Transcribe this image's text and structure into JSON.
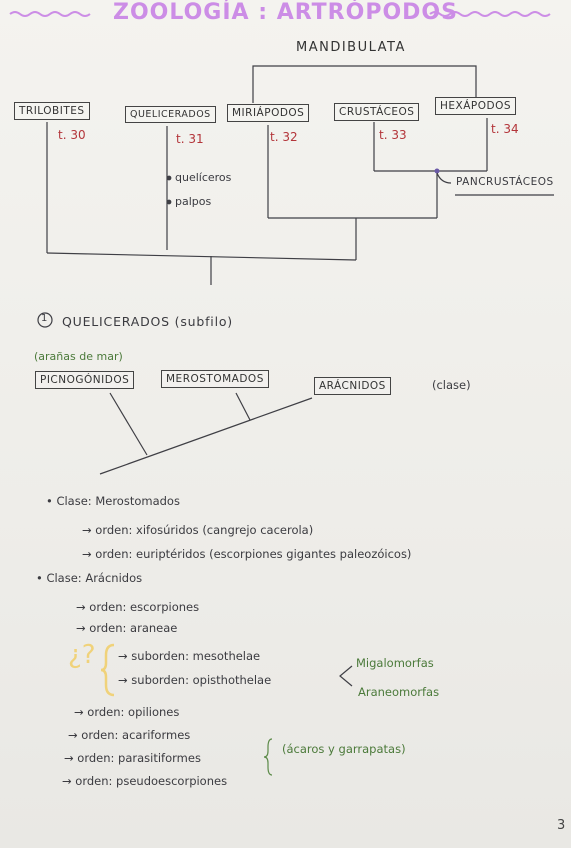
{
  "title": "ZOOLOGÍA : ARTRÓPODOS",
  "tree1": {
    "group_label": "MANDIBULATA",
    "nodes": [
      {
        "name": "TRILOBITES",
        "tag": "t. 30"
      },
      {
        "name": "QUELICERADOS",
        "tag": "t. 31"
      },
      {
        "name": "MIRIÁPODOS",
        "tag": "t. 32"
      },
      {
        "name": "CRUSTÁCEOS",
        "tag": "t. 33"
      },
      {
        "name": "HEXÁPODOS",
        "tag": "t. 34"
      }
    ],
    "traits": [
      "quelíceros",
      "palpos"
    ],
    "pancrustaceos": "PANCRUSTÁCEOS"
  },
  "section1": {
    "number": "1",
    "title": "QUELICERADOS (subfilo)",
    "note": "(arañas de mar)",
    "nodes": [
      "PICNOGÓNIDOS",
      "MEROSTOMADOS",
      "ARÁCNIDOS"
    ],
    "clase_tag": "(clase)"
  },
  "notes": {
    "clase1": "Clase: Merostomados",
    "clase1_orders": [
      "→ orden: xifosúridos (cangrejo cacerola)",
      "→ orden: euriptéridos (escorpiones gigantes paleozóicos)"
    ],
    "clase2": "Clase: Arácnidos",
    "clase2_orders": [
      "→ orden: escorpiones",
      "→ orden: araneae"
    ],
    "question": "¿?",
    "suborders": [
      "→ suborden: mesothelae",
      "→ suborden: opisthothelae"
    ],
    "infraorders": [
      "Migalomorfas",
      "Araneomorfas"
    ],
    "more_orders": [
      "→ orden: opiliones",
      "→ orden: acariformes",
      "→ orden: parasitiformes",
      "→ orden: pseudoescorpiones"
    ],
    "acaros": "(ácaros y garrapatas)"
  },
  "page_number": "3",
  "colors": {
    "title": "#cc8de6",
    "tag": "#b3353a",
    "green": "#4b7a3a",
    "ink": "#3a3a40"
  }
}
